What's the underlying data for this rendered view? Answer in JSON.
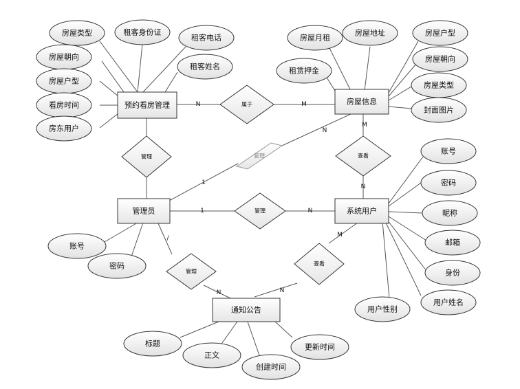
{
  "entities": {
    "appointment": "预约看房管理",
    "house": "房屋信息",
    "admin": "管理员",
    "user": "系统用户",
    "notice": "通知公告"
  },
  "relations": {
    "belongs": "属于",
    "manage_appointment": "管理",
    "manage_house": "管理",
    "manage_user": "管理",
    "manage_notice": "管理",
    "view_house": "查看",
    "view_notice": "查看"
  },
  "attributes": {
    "appointment": [
      "房屋类型",
      "租客身份证",
      "租客电话",
      "房屋朝向",
      "租客姓名",
      "房屋户型",
      "看房时间",
      "房东用户"
    ],
    "house": [
      "房屋月租",
      "房屋地址",
      "房屋户型",
      "房屋朝向",
      "租赁押金",
      "房屋类型",
      "封面图片"
    ],
    "user": [
      "账号",
      "密码",
      "昵称",
      "邮箱",
      "身份",
      "用户姓名",
      "用户性别"
    ],
    "admin": [
      "账号",
      "密码"
    ],
    "notice": [
      "标题",
      "正文",
      "创建时间",
      "更新时间"
    ]
  },
  "cardinalities": {
    "appt_belongs": "N",
    "belongs_house": "M",
    "admin_manage_house": "1",
    "manage_house_house": "N",
    "house_view": "M",
    "view_user": "N",
    "admin_manage_user": "1",
    "manage_user_user": "N",
    "admin_manage_notice": "/",
    "manage_notice_notice": "N",
    "view_notice_notice": "N",
    "user_view_notice": "M"
  }
}
